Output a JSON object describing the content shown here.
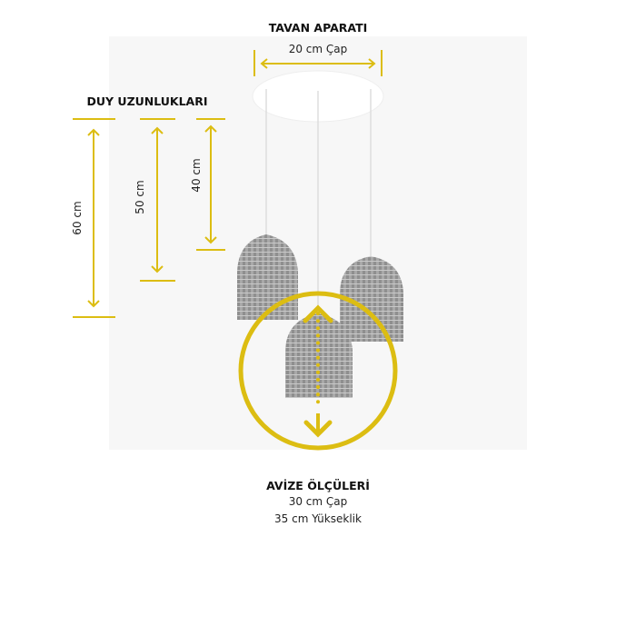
{
  "canopy": {
    "title": "TAVAN APARATI",
    "diameter": "20 cm Çap"
  },
  "cord_lengths": {
    "title": "DUY UZUNLUKLARI",
    "lengths": [
      "60 cm",
      "50 cm",
      "40 cm"
    ]
  },
  "shade": {
    "title": "AVİZE ÖLÇÜLERİ",
    "diameter": "30 cm Çap",
    "height": "35 cm Yükseklik"
  },
  "colors": {
    "accent": "#dcbd12",
    "background_panel": "#f7f7f7",
    "shade": "#8a8a8a"
  }
}
